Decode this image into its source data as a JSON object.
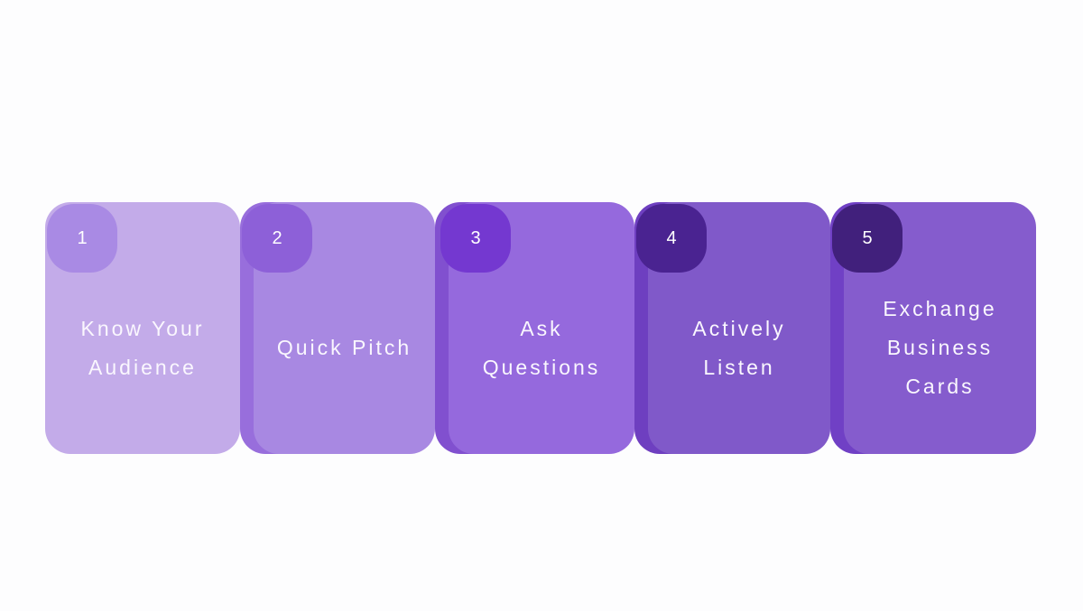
{
  "canvas": {
    "background": "#fdfdfe"
  },
  "diagram": {
    "description": "Five-step horizontal process cards in purple gradient shades, numbered 1 to 5",
    "text_color": "#faf7fe"
  },
  "steps": [
    {
      "number": "1",
      "title": "Know Your Audience",
      "body_color": "#c3abe9",
      "badge_color": "#a98ae4"
    },
    {
      "number": "2",
      "title": "Quick Pitch",
      "body_color": "#a888e2",
      "back_color": "#986edc",
      "badge_color": "#8d60d8"
    },
    {
      "number": "3",
      "title": "Ask Questions",
      "body_color": "#9569dd",
      "back_color": "#8150cf",
      "badge_color": "#7438d0"
    },
    {
      "number": "4",
      "title": "Actively Listen",
      "body_color": "#8059c9",
      "back_color": "#6e3fc0",
      "badge_color": "#4a2391"
    },
    {
      "number": "5",
      "title": "Exchange Business Cards",
      "body_color": "#855ccd",
      "back_color": "#7040c5",
      "badge_color": "#41207c"
    }
  ]
}
